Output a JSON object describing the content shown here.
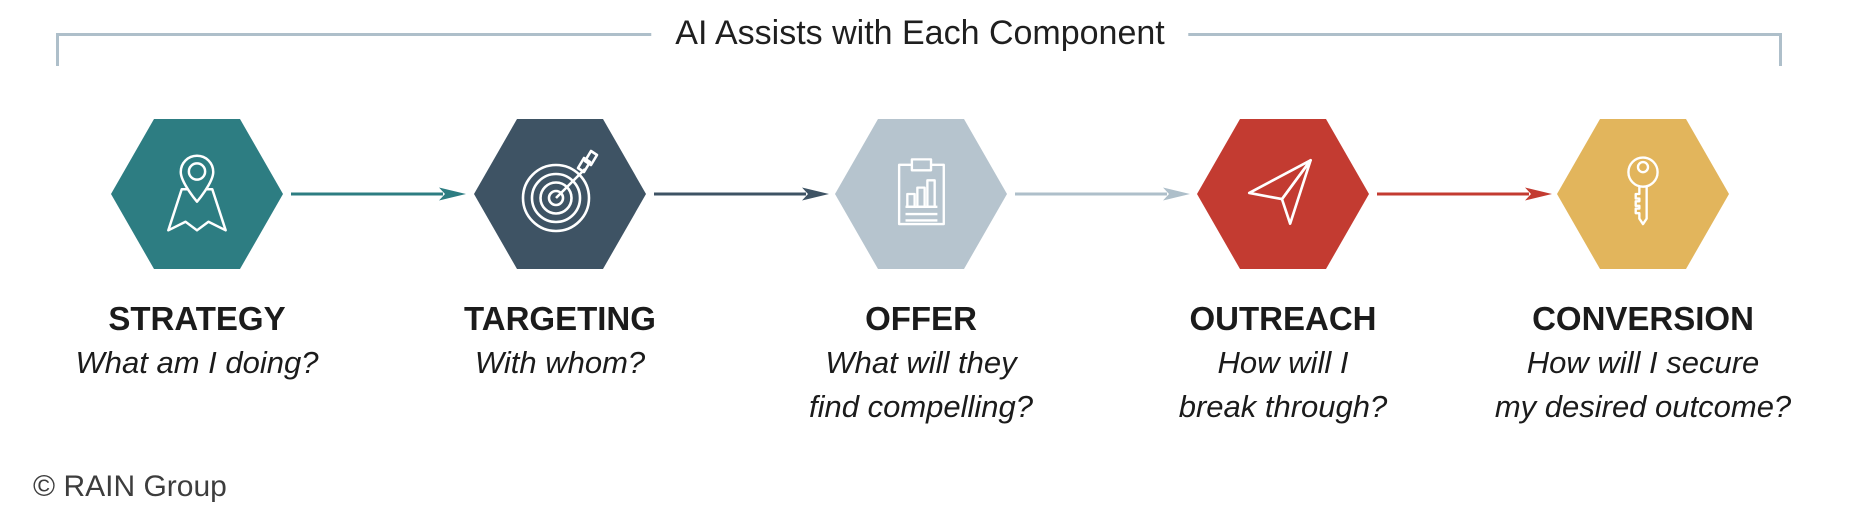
{
  "header": {
    "title": "AI Assists with Each Component",
    "bracket_color": "#aebfca"
  },
  "stages": [
    {
      "id": "strategy",
      "label": "STRATEGY",
      "lines": [
        "What am I doing?"
      ],
      "color": "#2d7d82",
      "icon": "map-pin-icon"
    },
    {
      "id": "targeting",
      "label": "TARGETING",
      "lines": [
        "With whom?"
      ],
      "color": "#3e5364",
      "icon": "target-arrow-icon"
    },
    {
      "id": "offer",
      "label": "OFFER",
      "lines": [
        "What will they",
        "find compelling?"
      ],
      "color": "#b6c4ce",
      "icon": "report-chart-icon"
    },
    {
      "id": "outreach",
      "label": "OUTREACH",
      "lines": [
        "How will I",
        "break through?"
      ],
      "color": "#c33b31",
      "icon": "paper-plane-icon"
    },
    {
      "id": "conversion",
      "label": "CONVERSION",
      "lines": [
        "How will I secure",
        "my desired outcome?"
      ],
      "color": "#e2b55c",
      "icon": "key-icon"
    }
  ],
  "arrows": [
    {
      "color": "#2d7d82"
    },
    {
      "color": "#3e5364"
    },
    {
      "color": "#aebfca"
    },
    {
      "color": "#c33b31"
    }
  ],
  "footer": {
    "copyright": "© RAIN Group"
  }
}
